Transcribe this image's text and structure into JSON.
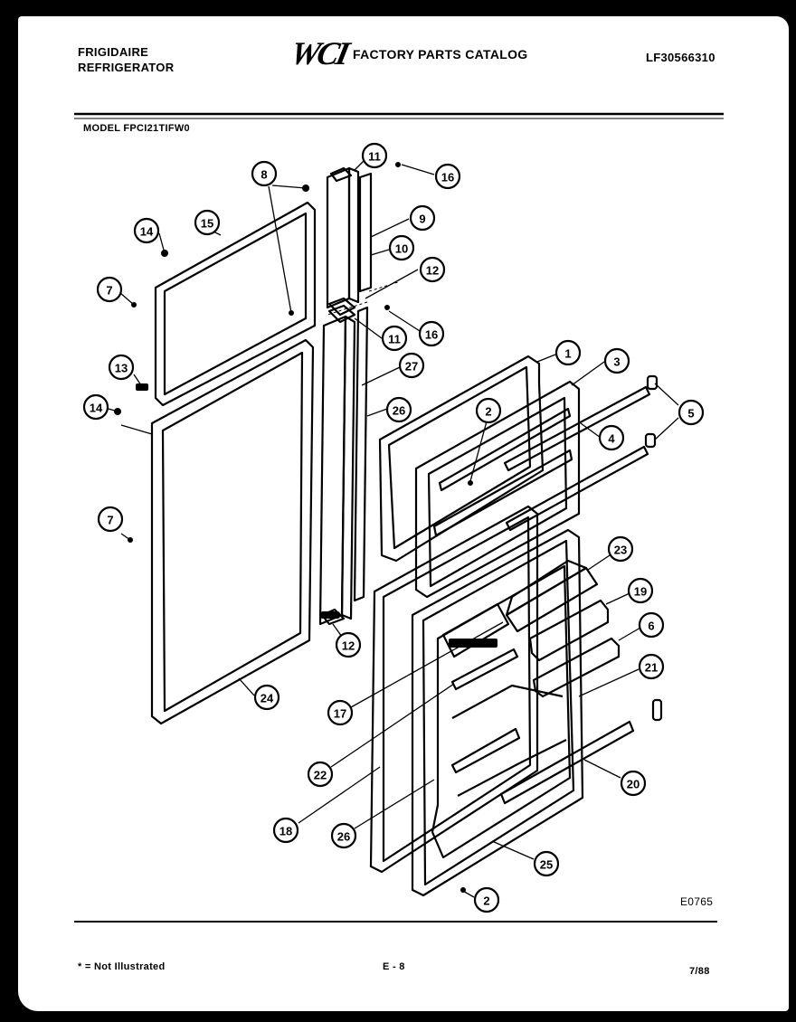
{
  "header": {
    "brand_line1": "FRIGIDAIRE",
    "brand_line2": "REFRIGERATOR",
    "logo": "WCI",
    "catalog_title": "FACTORY PARTS CATALOG",
    "document_number": "LF30566310"
  },
  "model": "MODEL FPCI21TIFW0",
  "diagram": {
    "code": "E0765",
    "part_labels": [
      "1",
      "2",
      "2",
      "3",
      "4",
      "5",
      "6",
      "7",
      "7",
      "8",
      "9",
      "10",
      "11",
      "11",
      "12",
      "12",
      "13",
      "14",
      "14",
      "15",
      "16",
      "16",
      "17",
      "18",
      "19",
      "20",
      "21",
      "22",
      "23",
      "24",
      "25",
      "26",
      "26",
      "27"
    ]
  },
  "footer": {
    "note": "* = Not Illustrated",
    "page": "E - 8",
    "date": "7/88"
  }
}
